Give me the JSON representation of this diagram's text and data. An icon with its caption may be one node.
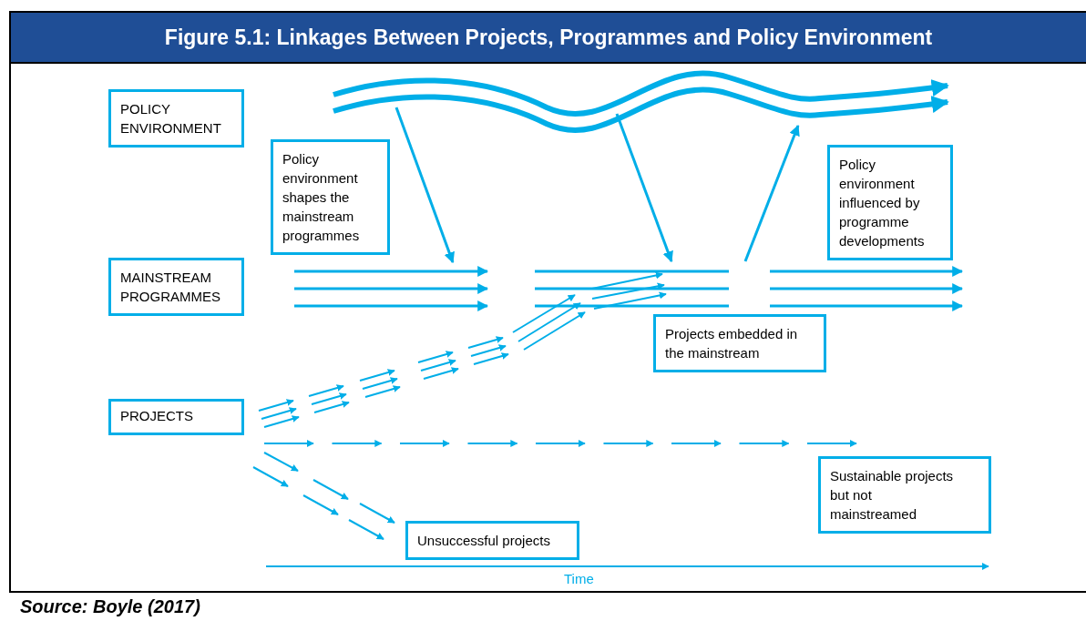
{
  "diagram": {
    "title": "Figure 5.1: Linkages Between Projects, Programmes and Policy Environment",
    "caption": "Source: Boyle (2017)",
    "nodes": [
      {
        "text": [
          "POLICY ENVIRONMENT"
        ]
      },
      {
        "text": [
          "Policy environment shapes the mainstream programmes"
        ]
      },
      {
        "text": [
          "Policy environment influenced by programme developments"
        ]
      },
      {
        "text": [
          "MAINSTREAM PROGRAMMES"
        ]
      },
      {
        "text": [
          "Projects embedded in the mainstream"
        ]
      },
      {
        "text": [
          "PROJECTS"
        ]
      },
      {
        "text": [
          "Sustainable projects but not mainstreamed"
        ]
      },
      {
        "text": [
          "Unsuccessful projects"
        ]
      }
    ],
    "labels": [
      "Time"
    ]
  }
}
